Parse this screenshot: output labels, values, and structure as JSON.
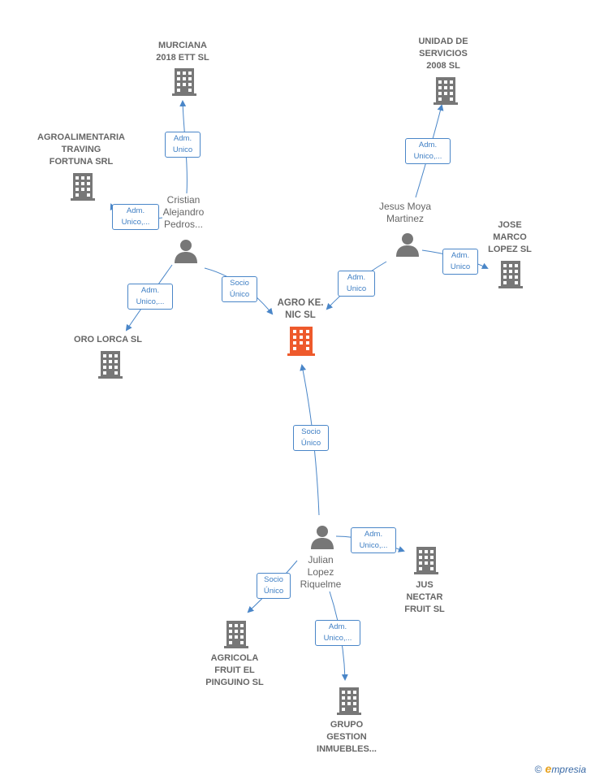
{
  "colors": {
    "building": "#777777",
    "center_building": "#ee5a2c",
    "person": "#777777",
    "edge": "#4a86c8"
  },
  "companies": {
    "center": "AGRO KE.\nNIC SL",
    "murciana": "MURCIANA\n2018 ETT SL",
    "unidad": "UNIDAD DE\nSERVICIOS\n2008 SL",
    "agroalimentaria": "AGROALIMENTARIA\nTRAVING\nFORTUNA SRL",
    "jose_marco": "JOSE\nMARCO\nLOPEZ SL",
    "oro_lorca": "ORO LORCA SL",
    "jus_nectar": "JUS\nNECTAR\nFRUIT SL",
    "agricola": "AGRICOLA\nFRUIT EL\nPINGUINO SL",
    "grupo": "GRUPO\nGESTION\nINMUEBLES..."
  },
  "persons": {
    "cristian": "Cristian\nAlejandro\nPedros...",
    "jesus": "Jesus Moya\nMartinez",
    "julian": "Julian\nLopez\nRiquelme"
  },
  "edges": {
    "cristian_murciana": "Adm.\nUnico",
    "cristian_agro": "Adm.\nUnico,...",
    "cristian_oro": "Adm.\nUnico,...",
    "cristian_center": "Socio\nÚnico",
    "jesus_unidad": "Adm.\nUnico,...",
    "jesus_jose": "Adm.\nUnico",
    "jesus_center": "Adm.\nUnico",
    "julian_center": "Socio\nÚnico",
    "julian_jus": "Adm.\nUnico,...",
    "julian_agricola": "Socio\nÚnico",
    "julian_grupo": "Adm.\nUnico,..."
  },
  "brand": {
    "copyright": "©",
    "initial": "e",
    "name": "mpresia"
  }
}
